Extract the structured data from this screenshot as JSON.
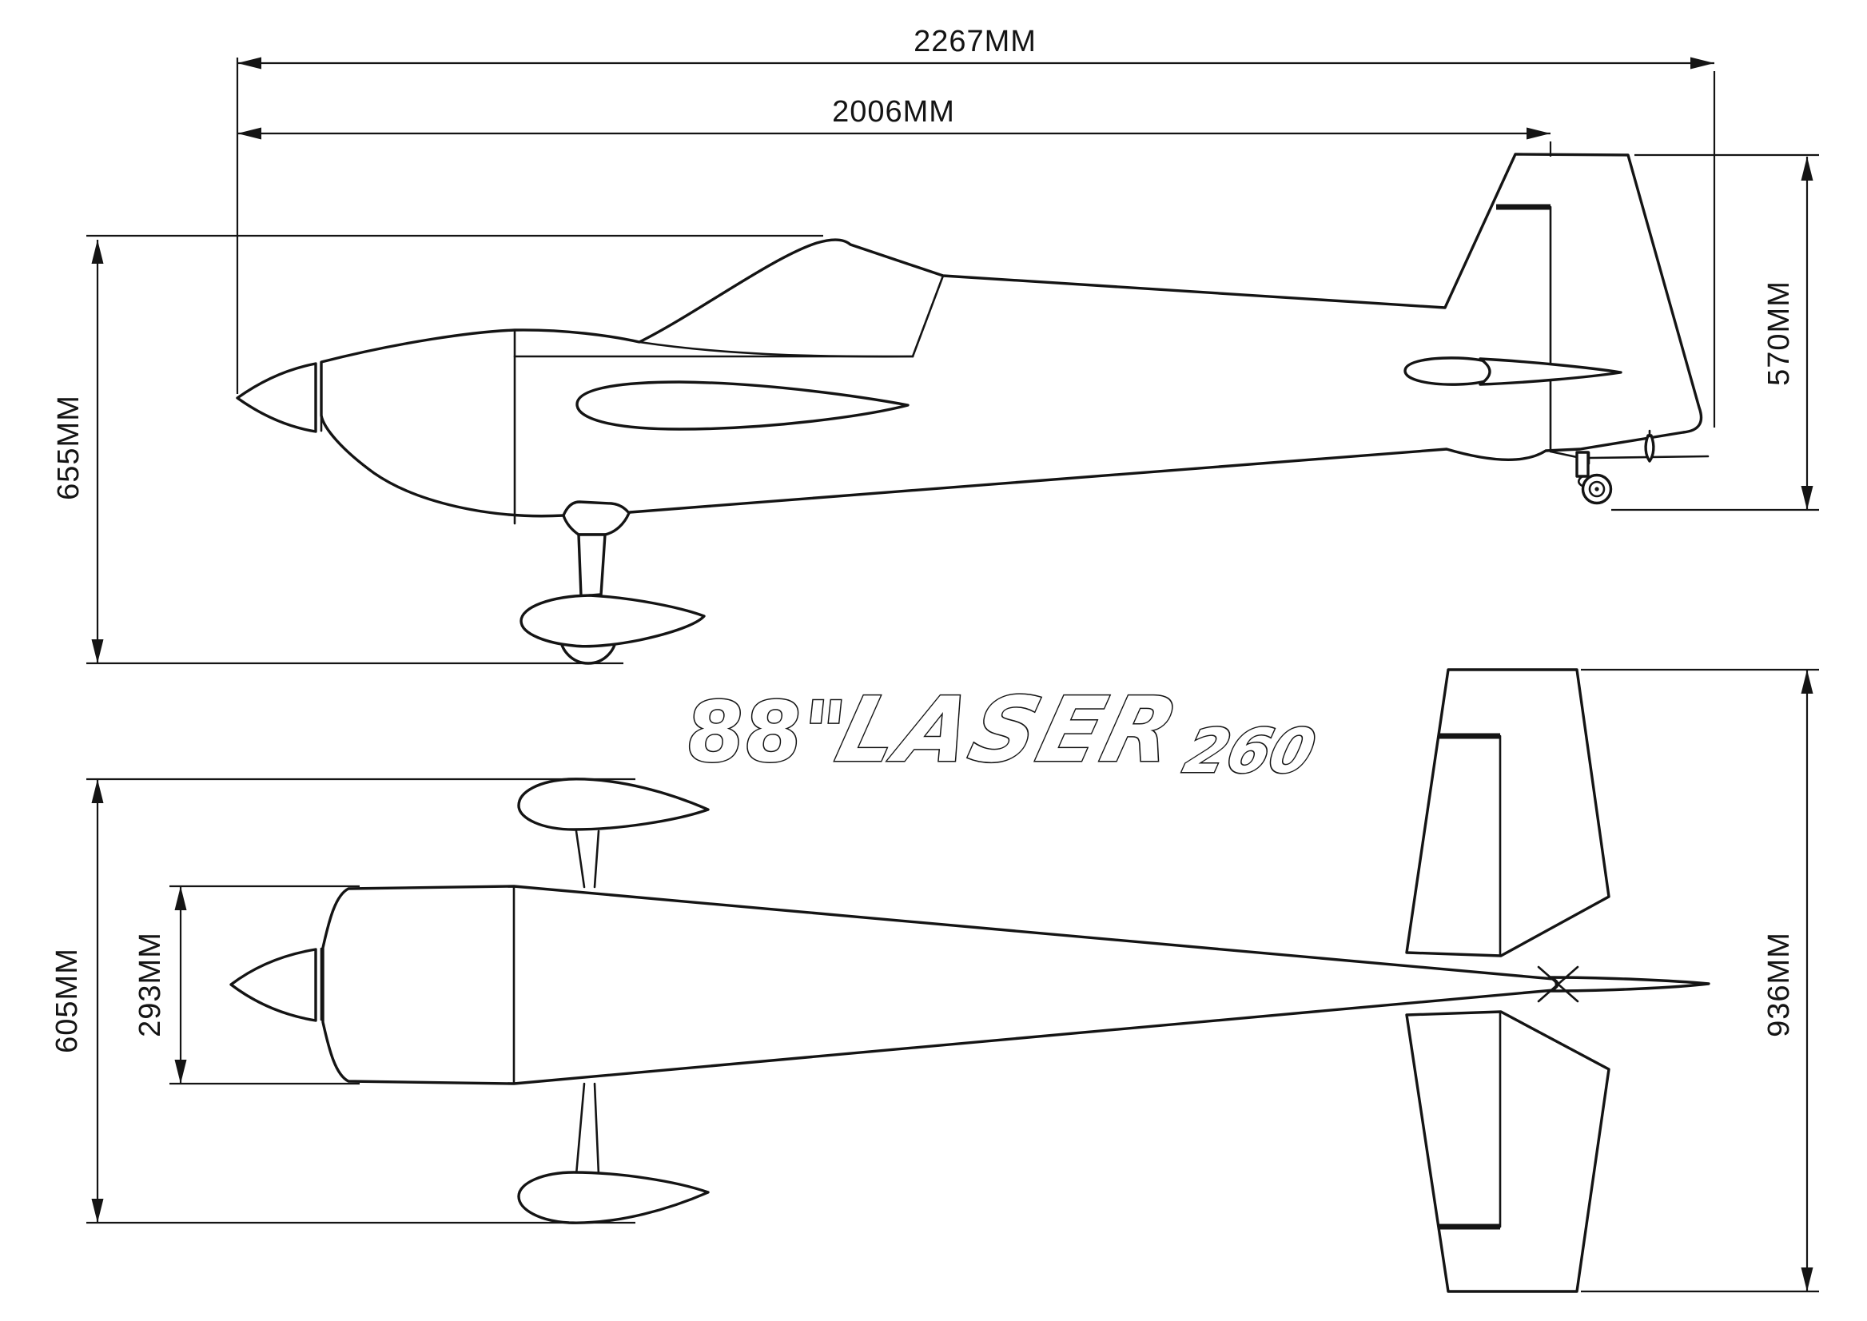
{
  "logo": {
    "size": "88\"",
    "name": "LASER",
    "variant": "260"
  },
  "dimensions": {
    "side_view": {
      "overall_length": "2267MM",
      "length_to_rudder_hinge": "2006MM",
      "overall_height": "655MM",
      "tail_height": "570MM"
    },
    "top_view": {
      "gear_track": "605MM",
      "cowl_width": "293MM",
      "stab_span": "936MM"
    }
  }
}
